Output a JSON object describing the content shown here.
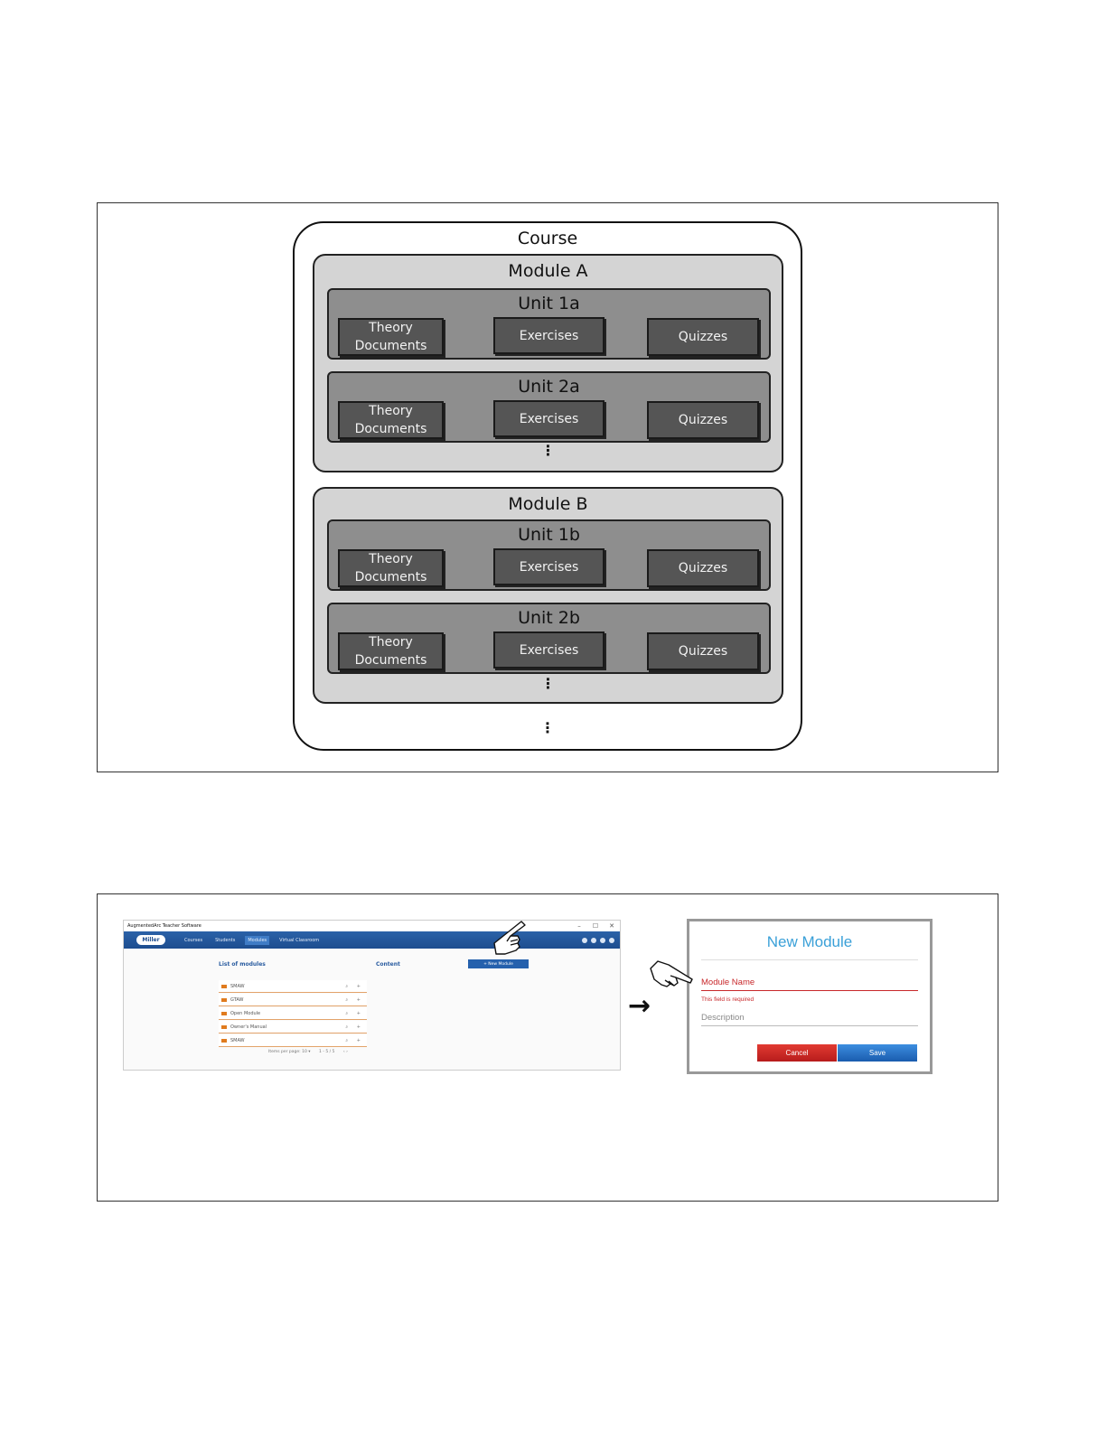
{
  "figure1": {
    "course_title": "Course",
    "modules": [
      {
        "title": "Module A",
        "units": [
          {
            "title": "Unit 1a",
            "theory_line1": "Theory",
            "theory_line2": "Documents",
            "exercises": "Exercises",
            "quizzes": "Quizzes"
          },
          {
            "title": "Unit 2a",
            "theory_line1": "Theory",
            "theory_line2": "Documents",
            "exercises": "Exercises",
            "quizzes": "Quizzes"
          }
        ],
        "more": "⋮"
      },
      {
        "title": "Module B",
        "units": [
          {
            "title": "Unit 1b",
            "theory_line1": "Theory",
            "theory_line2": "Documents",
            "exercises": "Exercises",
            "quizzes": "Quizzes"
          },
          {
            "title": "Unit 2b",
            "theory_line1": "Theory",
            "theory_line2": "Documents",
            "exercises": "Exercises",
            "quizzes": "Quizzes"
          }
        ],
        "more": "⋮"
      }
    ],
    "course_more": "⋮"
  },
  "figure2": {
    "app": {
      "window_title": "AugmentedArc Teacher Software",
      "window_buttons": [
        "–",
        "☐",
        "✕"
      ],
      "logo": "Miller",
      "nav": [
        "Courses",
        "Students",
        "Modules",
        "Virtual Classroom"
      ],
      "active_nav": "Modules",
      "list_label": "List of modules",
      "content_label": "Content",
      "new_module_button": "+ New Module",
      "modules": [
        "SMAW",
        "GTAW",
        "Open Module",
        "Owner's Manual",
        "SMAW"
      ],
      "item_actions": "⌕ +",
      "pager_items_per_page": "Items per page: 10 ▾",
      "pager_range": "1 - 5 / 5",
      "pager_nav": "‹ ›"
    },
    "arrow": "→",
    "dialog": {
      "title": "New Module",
      "module_name_label": "Module Name",
      "error_text": "This field is required",
      "description_label": "Description",
      "cancel": "Cancel",
      "save": "Save"
    },
    "colors": {
      "nav_blue": "#1d4d8f",
      "dialog_title": "#3aa0d8",
      "error_red": "#c8282b",
      "cancel_red": "#c62828",
      "save_blue": "#2a72c4"
    }
  }
}
